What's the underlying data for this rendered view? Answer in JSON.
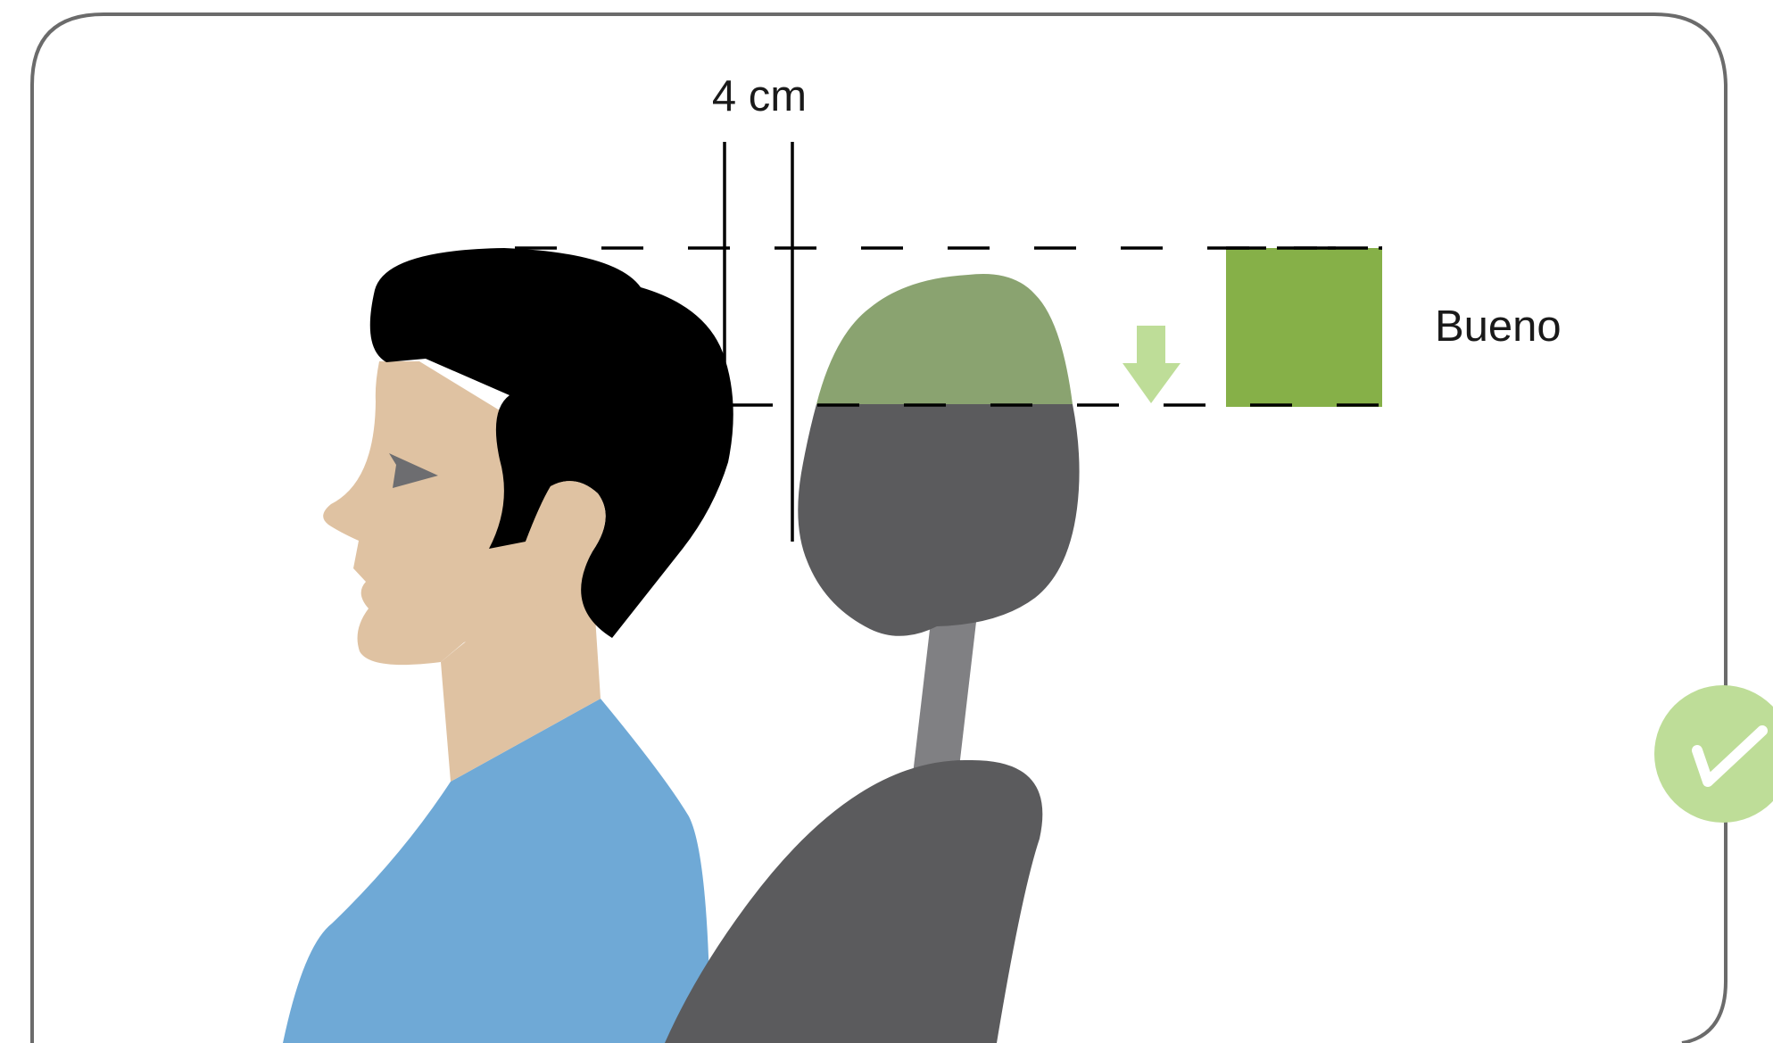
{
  "measurement": {
    "gap_label": "4 cm"
  },
  "legend": {
    "zone_label": "Bueno"
  },
  "status": {
    "icon": "check-icon",
    "meaning": "correct"
  },
  "colors": {
    "frame": "#6b6b6b",
    "good_zone": "#86b048",
    "good_zone_light": "#bedd98",
    "headrest_top": "#8aa370",
    "headrest": "#5b5b5d",
    "headrest_post": "#808083",
    "skin": "#dfc2a2",
    "hair": "#000000",
    "shirt": "#6fa9d6",
    "eye": "#6d6d70"
  }
}
